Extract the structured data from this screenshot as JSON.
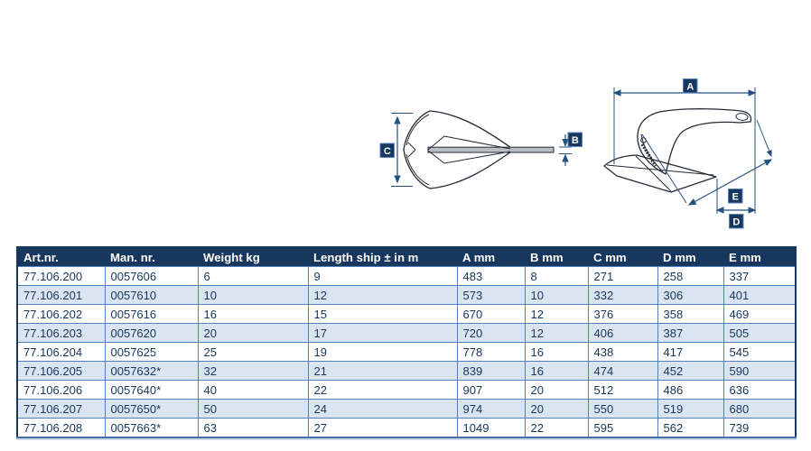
{
  "colors": {
    "header_bg": "#17375e",
    "row_alt": "#dbe5f1",
    "grid_line": "#4f81bd",
    "dimension_blue": "#24527e",
    "cell_text": "#17365d"
  },
  "diagram": {
    "labels": {
      "A": "A",
      "B": "B",
      "C": "C",
      "D": "D",
      "E": "E"
    }
  },
  "table": {
    "headers": [
      "Art.nr.",
      "Man. nr.",
      "Weight kg",
      "Length ship ± in m",
      "A mm",
      "B mm",
      "C mm",
      "D mm",
      "E mm"
    ],
    "rows": [
      [
        "77.106.200",
        "0057606",
        "6",
        "9",
        "483",
        "8",
        "271",
        "258",
        "337"
      ],
      [
        "77.106.201",
        "0057610",
        "10",
        "12",
        "573",
        "10",
        "332",
        "306",
        "401"
      ],
      [
        "77.106.202",
        "0057616",
        "16",
        "15",
        "670",
        "12",
        "376",
        "358",
        "469"
      ],
      [
        "77.106.203",
        "0057620",
        "20",
        "17",
        "720",
        "12",
        "406",
        "387",
        "505"
      ],
      [
        "77.106.204",
        "0057625",
        "25",
        "19",
        "778",
        "16",
        "438",
        "417",
        "545"
      ],
      [
        "77.106.205",
        "0057632*",
        "32",
        "21",
        "839",
        "16",
        "474",
        "452",
        "590"
      ],
      [
        "77.106.206",
        "0057640*",
        "40",
        "22",
        "907",
        "20",
        "512",
        "486",
        "636"
      ],
      [
        "77.106.207",
        "0057650*",
        "50",
        "24",
        "974",
        "20",
        "550",
        "519",
        "680"
      ],
      [
        "77.106.208",
        "0057663*",
        "63",
        "27",
        "1049",
        "22",
        "595",
        "562",
        "739"
      ]
    ]
  }
}
